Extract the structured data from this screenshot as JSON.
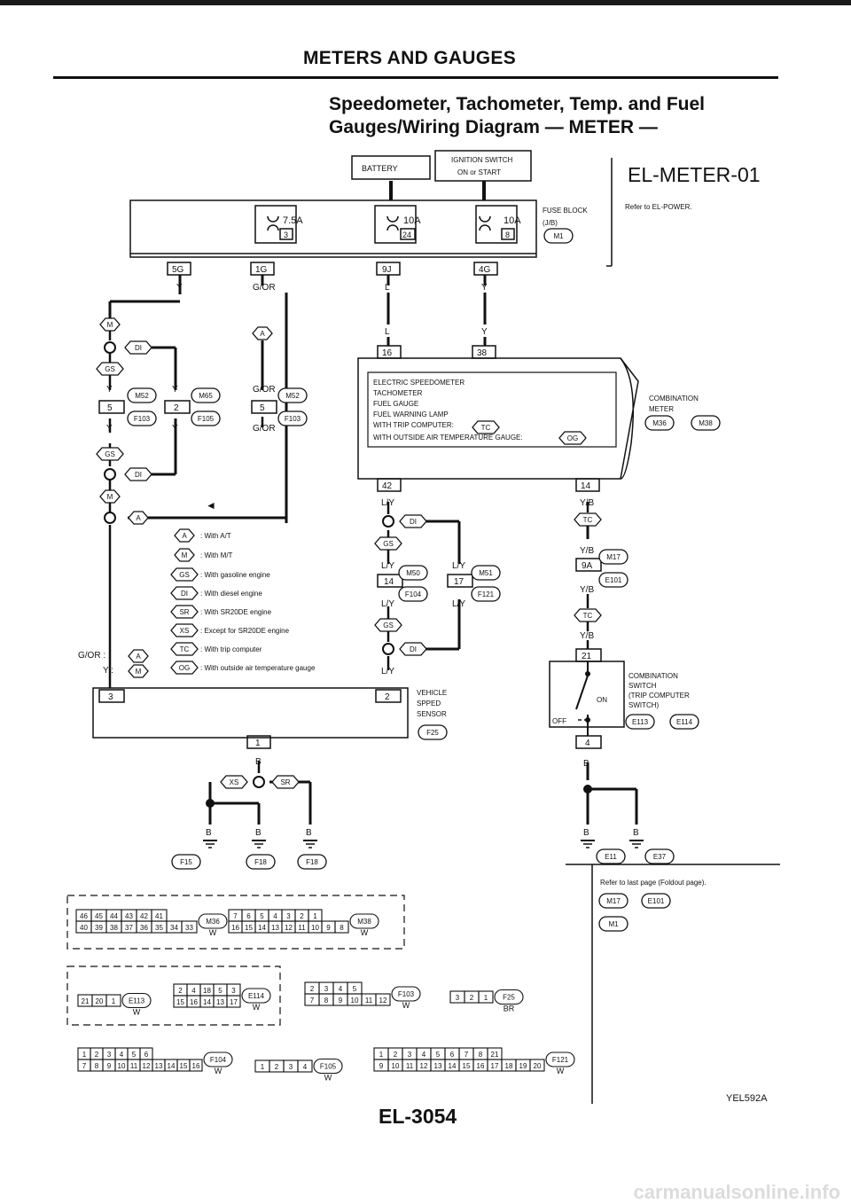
{
  "header": {
    "title": "METERS AND GAUGES",
    "subtitle_line1": "Speedometer, Tachometer, Temp. and Fuel",
    "subtitle_line2": "Gauges/Wiring Diagram — METER —",
    "diagram_code": "EL-METER-01",
    "refer_power": "Refer to EL-POWER."
  },
  "power": {
    "battery": "BATTERY",
    "ignition_line1": "IGNITION SWITCH",
    "ignition_line2": "ON or START",
    "fuses": [
      {
        "rating": "7.5A",
        "number": "3"
      },
      {
        "rating": "10A",
        "number": "24"
      },
      {
        "rating": "10A",
        "number": "8"
      }
    ],
    "fuse_block_line1": "FUSE BLOCK",
    "fuse_block_line2": "(J/B)",
    "fuse_block_conn": "M1"
  },
  "terminals": {
    "t5g": "5G",
    "t1g": "1G",
    "t9j": "9J",
    "t4g": "4G",
    "t16": "16",
    "t38": "38",
    "t42": "42",
    "t14": "14",
    "t3": "3",
    "t2": "2",
    "t1": "1",
    "t21": "21",
    "t4": "4",
    "m52_5": "5",
    "m65_2": "2",
    "m52b_5": "5",
    "m50_14": "14",
    "m51_17": "17",
    "m17_9a": "9A"
  },
  "wires": {
    "y": "Y",
    "gor": "G/OR",
    "l": "L",
    "ly": "L/Y",
    "yb": "Y/B",
    "b": "B"
  },
  "connectors": {
    "m52": "M52",
    "m65": "M65",
    "f103": "F103",
    "f105": "F105",
    "m50": "M50",
    "m51": "M51",
    "f104": "F104",
    "f121": "F121",
    "m17": "M17",
    "e101": "E101",
    "f25": "F25",
    "m36": "M36",
    "m38": "M38",
    "e113": "E113",
    "e114": "E114",
    "f15": "F15",
    "f18": "F18",
    "e11": "E11",
    "e37": "E37",
    "m1": "M1"
  },
  "options": {
    "m": "M",
    "a": "A",
    "di": "DI",
    "gs": "GS",
    "tc": "TC",
    "og": "OG",
    "xs": "XS",
    "sr": "SR"
  },
  "meter": {
    "line1": "ELECTRIC SPEEDOMETER",
    "line2": "TACHOMETER",
    "line3": "FUEL GAUGE",
    "line4": "FUEL WARNING LAMP",
    "line5": "WITH TRIP COMPUTER:",
    "line6": "WITH OUTSIDE AIR TEMPERATURE GAUGE:",
    "label_line1": "COMBINATION",
    "label_line2": "METER"
  },
  "legend": [
    {
      "code": "A",
      "text": ": With A/T"
    },
    {
      "code": "M",
      "text": ": With M/T"
    },
    {
      "code": "GS",
      "text": ": With gasoline engine"
    },
    {
      "code": "DI",
      "text": ": With diesel engine"
    },
    {
      "code": "SR",
      "text": ": With SR20DE engine"
    },
    {
      "code": "XS",
      "text": ": Except for SR20DE engine"
    },
    {
      "code": "TC",
      "text": ": With trip computer"
    },
    {
      "code": "OG",
      "text": ": With outside air temperature gauge"
    }
  ],
  "wire_legend": {
    "gor": "G/OR :",
    "y": "Y :"
  },
  "sensor": {
    "line1": "VEHICLE",
    "line2": "SPPED",
    "line3": "SENSOR"
  },
  "switch": {
    "line1": "COMBINATION",
    "line2": "SWITCH",
    "line3": "(TRIP COMPUTER",
    "line4": "SWITCH)",
    "on": "ON",
    "off": "OFF"
  },
  "refer_foldout": "Refer to last page (Foldout page).",
  "connector_faces": {
    "m36_top": [
      "46",
      "45",
      "44",
      "43",
      "42",
      "41"
    ],
    "m36_bot": [
      "40",
      "39",
      "38",
      "37",
      "36",
      "35",
      "34",
      "33"
    ],
    "m38_top": [
      "7",
      "6",
      "5",
      "4",
      "3",
      "2",
      "1"
    ],
    "m38_bot": [
      "16",
      "15",
      "14",
      "13",
      "12",
      "11",
      "10",
      "9",
      "8"
    ],
    "e113": [
      "21",
      "20",
      "1"
    ],
    "e114_top": [
      "2",
      "4",
      "18",
      "5",
      "3"
    ],
    "e114_bot": [
      "15",
      "16",
      "14",
      "13",
      "17"
    ],
    "f103_top": [
      "2",
      "3",
      "4",
      "5"
    ],
    "f103_bot": [
      "7",
      "8",
      "9",
      "10",
      "11",
      "12"
    ],
    "f25": [
      "3",
      "2",
      "1"
    ],
    "f104_top": [
      "1",
      "2",
      "3",
      "4",
      "5",
      "6"
    ],
    "f104_bot": [
      "7",
      "8",
      "9",
      "10",
      "11",
      "12",
      "13",
      "14",
      "15",
      "16"
    ],
    "f105": [
      "1",
      "2",
      "3",
      "4"
    ],
    "f121_top": [
      "1",
      "2",
      "3",
      "4",
      "5",
      "6",
      "7",
      "8",
      "21"
    ],
    "f121_bot": [
      "9",
      "10",
      "11",
      "12",
      "13",
      "14",
      "15",
      "16",
      "17",
      "18",
      "19",
      "20"
    ],
    "color_w": "W",
    "color_br": "BR"
  },
  "page_number": "EL-3054",
  "figure_code": "YEL592A",
  "watermark": "carmanualsonline.info"
}
